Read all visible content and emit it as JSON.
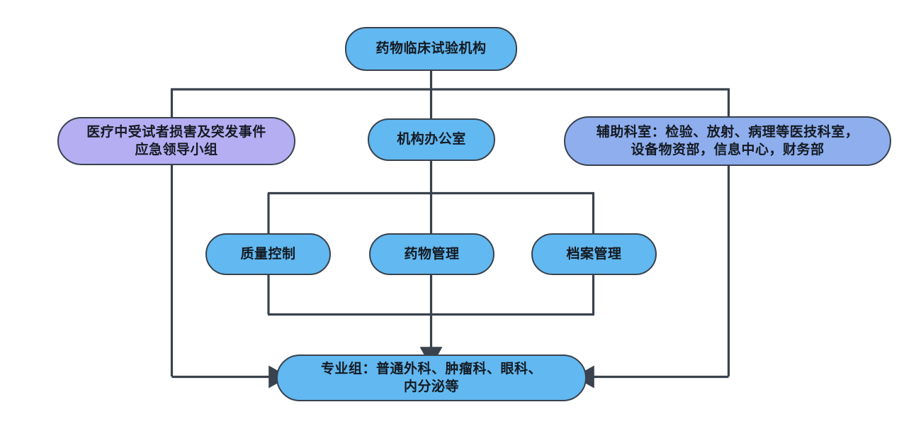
{
  "diagram": {
    "type": "organizational-chart",
    "title_text_present": false,
    "background_color": "#ffffff",
    "edge_color": "#39424d",
    "text_color": "#141a22",
    "nodes": [
      {
        "id": "root",
        "label": "药物临床试验机构",
        "fill": "#62b8f0",
        "stroke": "#39424d",
        "level": 0
      },
      {
        "id": "emergency",
        "label": "医疗中受试者损害及突发事件\n应急领导小组",
        "fill": "#b5aef2",
        "stroke": "#39424d",
        "level": 1
      },
      {
        "id": "office",
        "label": "机构办公室",
        "fill": "#62b8f0",
        "stroke": "#39424d",
        "level": 1
      },
      {
        "id": "auxiliary",
        "label": "辅助科室：检验、放射、病理等医技科室，\n设备物资部，信息中心，财务部",
        "fill": "#8eaeee",
        "stroke": "#39424d",
        "level": 1
      },
      {
        "id": "quality",
        "label": "质量控制",
        "fill": "#62b8f0",
        "stroke": "#39424d",
        "level": 2
      },
      {
        "id": "drug",
        "label": "药物管理",
        "fill": "#62b8f0",
        "stroke": "#39424d",
        "level": 2
      },
      {
        "id": "archive",
        "label": "档案管理",
        "fill": "#62b8f0",
        "stroke": "#39424d",
        "level": 2
      },
      {
        "id": "specialty",
        "label": "专业组：普通外科、肿瘤科、眼科、\n内分泌等",
        "fill": "#62b8f0",
        "stroke": "#39424d",
        "level": 3
      }
    ],
    "edges": [
      {
        "from": "root",
        "to": "emergency",
        "arrow": false
      },
      {
        "from": "root",
        "to": "office",
        "arrow": false
      },
      {
        "from": "root",
        "to": "auxiliary",
        "arrow": false
      },
      {
        "from": "office",
        "to": "quality",
        "arrow": false
      },
      {
        "from": "office",
        "to": "drug",
        "arrow": false
      },
      {
        "from": "office",
        "to": "archive",
        "arrow": false
      },
      {
        "from": "quality",
        "to": "specialty",
        "arrow": true
      },
      {
        "from": "drug",
        "to": "specialty",
        "arrow": true
      },
      {
        "from": "archive",
        "to": "specialty",
        "arrow": true
      },
      {
        "from": "emergency",
        "to": "specialty",
        "arrow": true
      },
      {
        "from": "auxiliary",
        "to": "specialty",
        "arrow": true
      }
    ]
  }
}
